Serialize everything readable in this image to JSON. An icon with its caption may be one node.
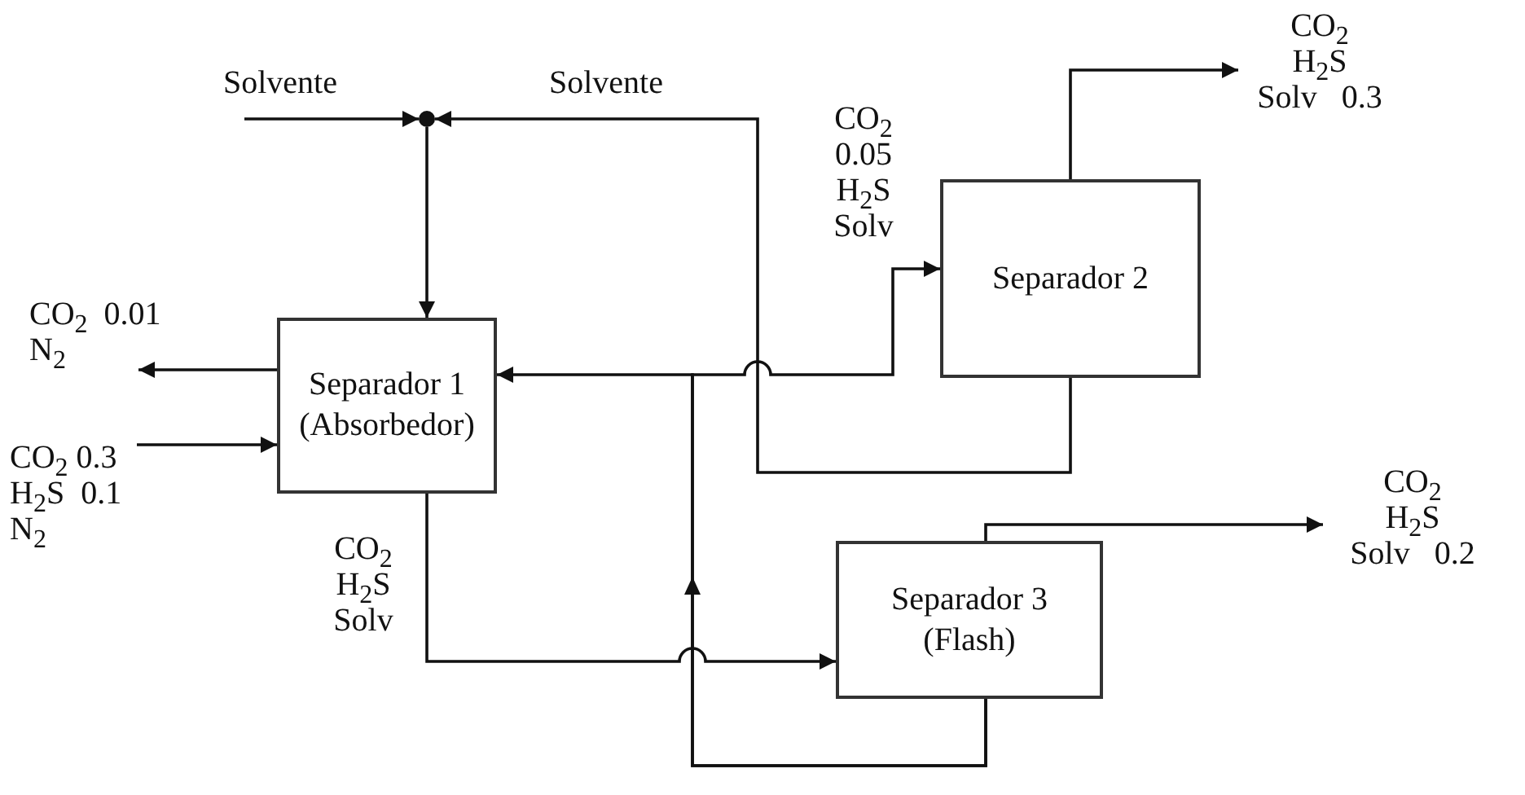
{
  "diagram": {
    "nodes": [
      {
        "text": [
          "Separador 1",
          "(Absorbedor)"
        ]
      },
      {
        "text": [
          "Separador 2"
        ]
      },
      {
        "text": [
          "Separador 3",
          "(Flash)"
        ]
      },
      {
        "text": [],
        "shape": "circle"
      },
      {
        "text": [
          "CO$_{2}$  0.01",
          "N$_{2}$"
        ]
      },
      {
        "text": [
          "CO$_{2}$ 0.3",
          "H$_{2}$S  0.1",
          "N$_{2}$"
        ]
      },
      {
        "text": [
          "CO$_{2}$",
          "H$_{2}$S",
          "Solv   0.3"
        ]
      },
      {
        "text": [
          "CO$_{2}$",
          "H$_{2}$S",
          "Solv   0.2"
        ]
      }
    ],
    "edges": [
      {
        "from": null,
        "to": 3,
        "arrow": "to",
        "label": "Solvente"
      },
      {
        "from": 1,
        "to": 3,
        "arrow": "to",
        "label": "Solvente"
      },
      {
        "from": 3,
        "to": 0,
        "arrow": "to"
      },
      {
        "from": 0,
        "to": 4,
        "arrow": "to"
      },
      {
        "from": 5,
        "to": 0,
        "arrow": "to"
      },
      {
        "from": 0,
        "to": 2,
        "arrow": "to",
        "label": "CO$_{2}$ H$_{2}$S Solv"
      },
      {
        "from": 2,
        "to": 0,
        "arrow": "to"
      },
      {
        "from": 2,
        "to": 1,
        "arrow": "to",
        "label": "CO$_{2}$ 0.05 H$_{2}$S Solv"
      },
      {
        "from": 1,
        "to": 6,
        "arrow": "to"
      },
      {
        "from": 2,
        "to": 7,
        "arrow": "to"
      }
    ]
  }
}
